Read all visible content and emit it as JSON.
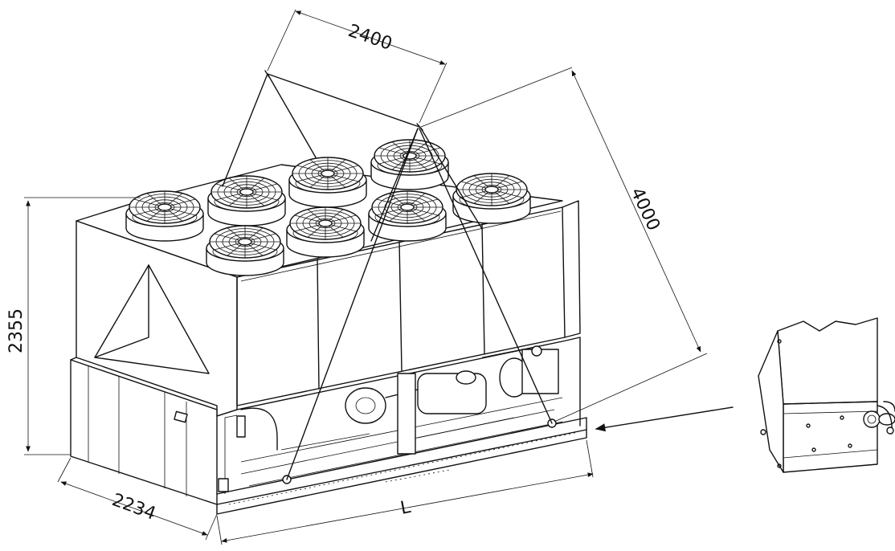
{
  "dimensions": {
    "spreader_width": "2400",
    "sling_length": "4000",
    "height": "2355",
    "depth": "2234",
    "length": "L"
  },
  "detail_view": {
    "pointer": "arrow-to-lifting-point-detail"
  },
  "colors": {
    "line": "#111111",
    "background": "#ffffff"
  }
}
